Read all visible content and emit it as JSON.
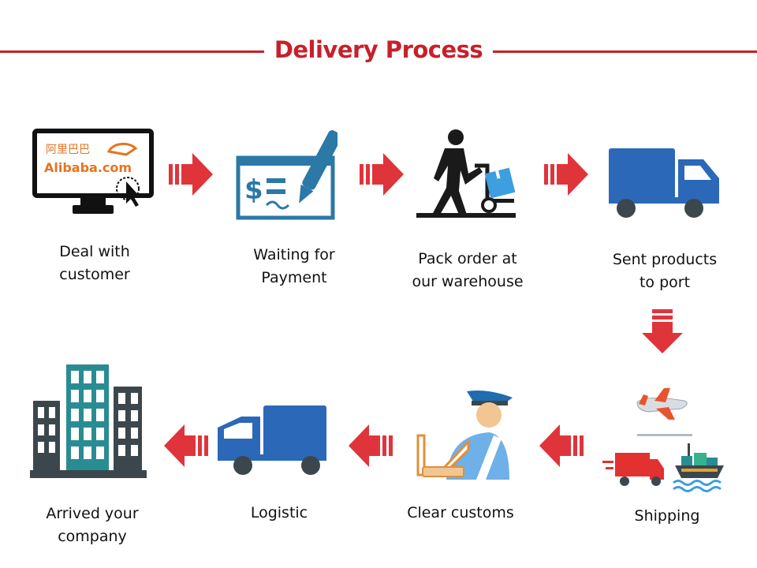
{
  "title": "Delivery Process",
  "colors": {
    "accent": "#c8202a",
    "arrow": "#e0343b",
    "truck_blue": "#2b68b8",
    "building_teal": "#2a8c93",
    "dark_gray": "#3c474d"
  },
  "icons": {
    "step1": "computer-monitor-icon",
    "step1_logo_cn": "阿里巴巴",
    "step1_logo": "Alibaba.com",
    "step2": "check-and-pen-icon",
    "step3": "person-with-hand-truck-icon",
    "step4": "delivery-truck-icon",
    "step5": "plane-truck-ship-icon",
    "step6": "customs-officer-icon",
    "step7": "delivery-truck-icon",
    "step8": "city-buildings-icon"
  },
  "steps": [
    {
      "label_line1": "Deal with",
      "label_line2": "customer"
    },
    {
      "label_line1": "Waiting for",
      "label_line2": "Payment"
    },
    {
      "label_line1": "Pack order at",
      "label_line2": "our warehouse"
    },
    {
      "label_line1": "Sent products",
      "label_line2": "to port"
    },
    {
      "label_line1": "Shipping",
      "label_line2": ""
    },
    {
      "label_line1": "Clear customs",
      "label_line2": ""
    },
    {
      "label_line1": "Logistic",
      "label_line2": ""
    },
    {
      "label_line1": "Arrived your",
      "label_line2": "company"
    }
  ]
}
